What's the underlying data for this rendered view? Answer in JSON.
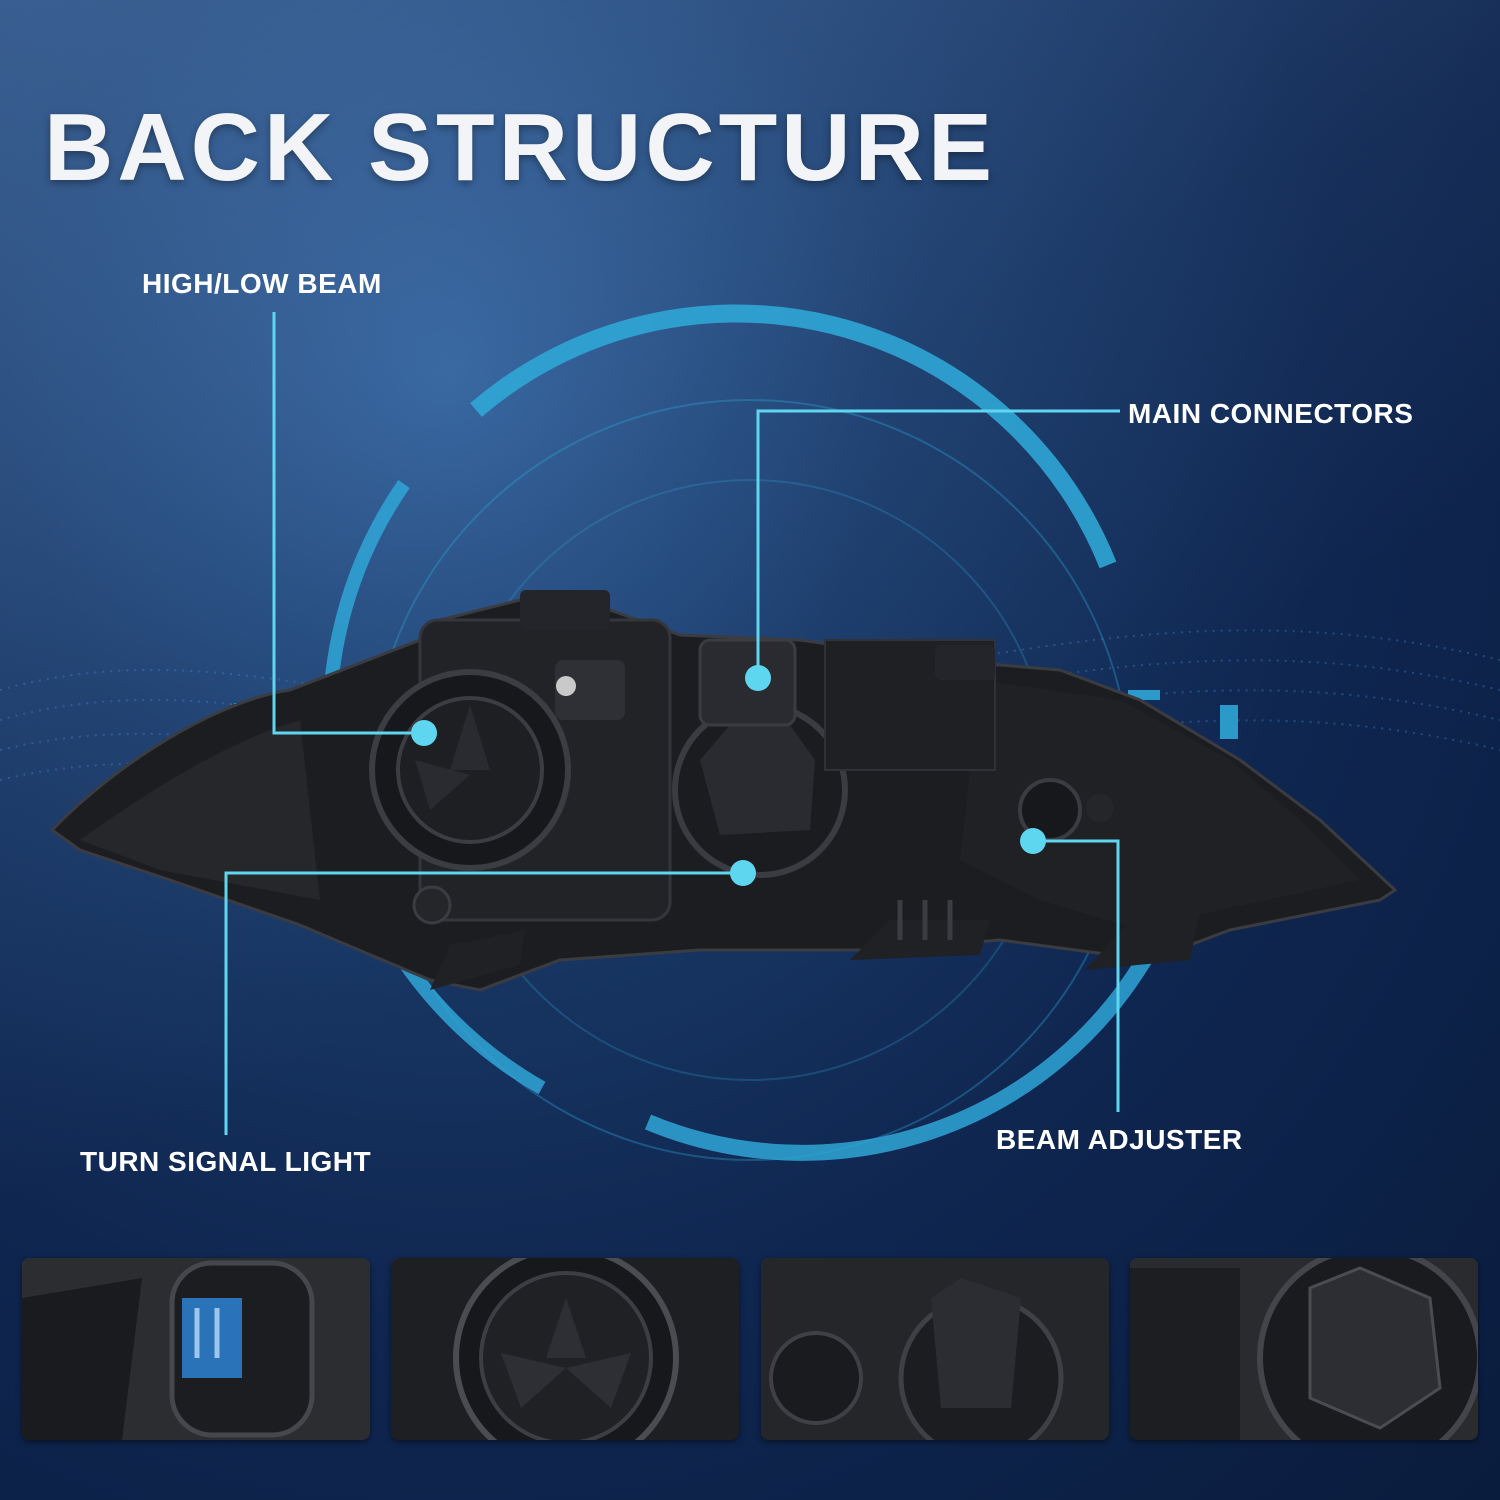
{
  "title": "BACK STRUCTURE",
  "callouts": {
    "high_low_beam": "HIGH/LOW BEAM",
    "main_connectors": "MAIN CONNECTORS",
    "turn_signal_light": "TURN SIGNAL LIGHT",
    "beam_adjuster": "BEAM ADJUSTER"
  },
  "colors": {
    "accent": "#5fd6f0",
    "ring": "#2fa6d6",
    "background": "#0f2650",
    "headlight_body": "#1c1d20"
  },
  "thumbnails": [
    {
      "subject": "connector-close-up"
    },
    {
      "subject": "dust-cap-close-up"
    },
    {
      "subject": "adjuster-cap-close-up"
    },
    {
      "subject": "bulb-cover-close-up"
    }
  ]
}
